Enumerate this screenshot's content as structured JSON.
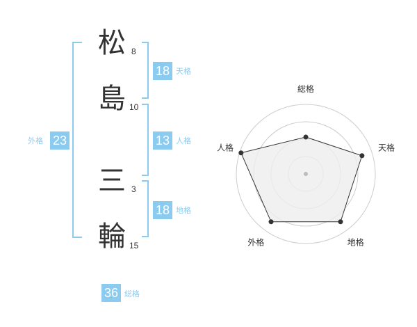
{
  "name": {
    "chars": [
      {
        "char": "松",
        "strokes": "8"
      },
      {
        "char": "島",
        "strokes": "10"
      },
      {
        "char": "三",
        "strokes": "3"
      },
      {
        "char": "輪",
        "strokes": "15"
      }
    ]
  },
  "kaku": {
    "tenkaku": {
      "value": "18",
      "label": "天格"
    },
    "jinkaku": {
      "value": "13",
      "label": "人格"
    },
    "chikaku": {
      "value": "18",
      "label": "地格"
    },
    "gaikaku": {
      "value": "23",
      "label": "外格"
    },
    "soukaku": {
      "value": "36",
      "label": "総格"
    }
  },
  "chart_data": {
    "type": "radar",
    "axes": [
      "総格",
      "天格",
      "地格",
      "外格",
      "人格"
    ],
    "values": [
      0.53,
      0.85,
      0.85,
      0.85,
      0.98
    ],
    "max": 1,
    "rings": 4,
    "colors": {
      "fill": "#eeeeee",
      "line": "#333333",
      "ring": "#cccccc",
      "point": "#333333",
      "center": "#bbbbbb"
    }
  }
}
